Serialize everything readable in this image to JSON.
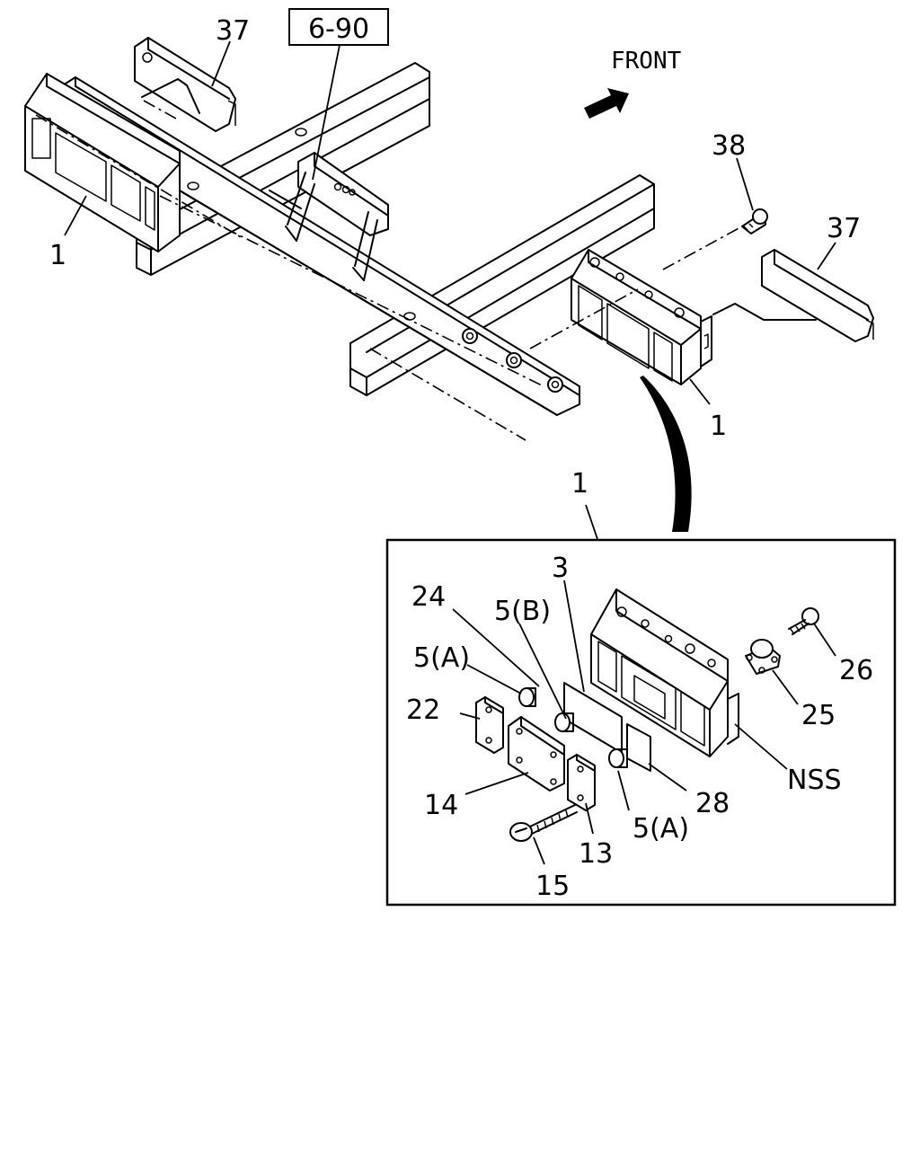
{
  "diagram": {
    "reference_box": "6-90",
    "direction_label": "FRONT",
    "callouts": {
      "c37_top": "37",
      "c37_right": "37",
      "c38": "38",
      "c1_left": "1",
      "c1_right": "1",
      "c1_detail": "1",
      "c3": "3",
      "c24": "24",
      "c5b": "5(B)",
      "c5a_top": "5(A)",
      "c5a_bottom": "5(A)",
      "c22": "22",
      "c14": "14",
      "c13": "13",
      "c15": "15",
      "c28": "28",
      "c25": "25",
      "c26": "26",
      "cnss": "NSS"
    }
  }
}
